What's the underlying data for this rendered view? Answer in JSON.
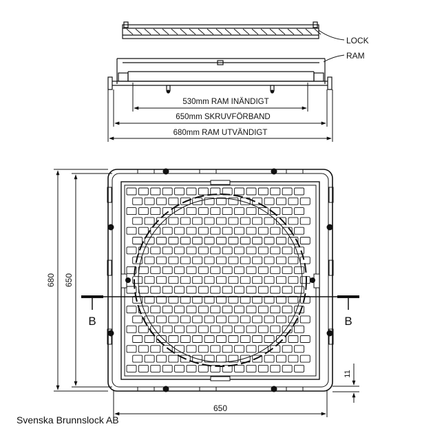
{
  "callouts": {
    "lock": "LOCK",
    "ram": "RAM"
  },
  "dimensions": {
    "inner": "530mm RAM INÄNDIGT",
    "bolt": "650mm SKRUVFÖRBAND",
    "outer": "680mm RAM UTVÄNDIGT",
    "height_outer": "680",
    "height_bolt": "650",
    "width_bottom": "650",
    "edge": "11"
  },
  "section": {
    "left": "B",
    "right": "B"
  },
  "footer": {
    "company": "Svenska Brunnslock AB"
  },
  "colors": {
    "ink": "#111111",
    "paper": "#ffffff"
  }
}
